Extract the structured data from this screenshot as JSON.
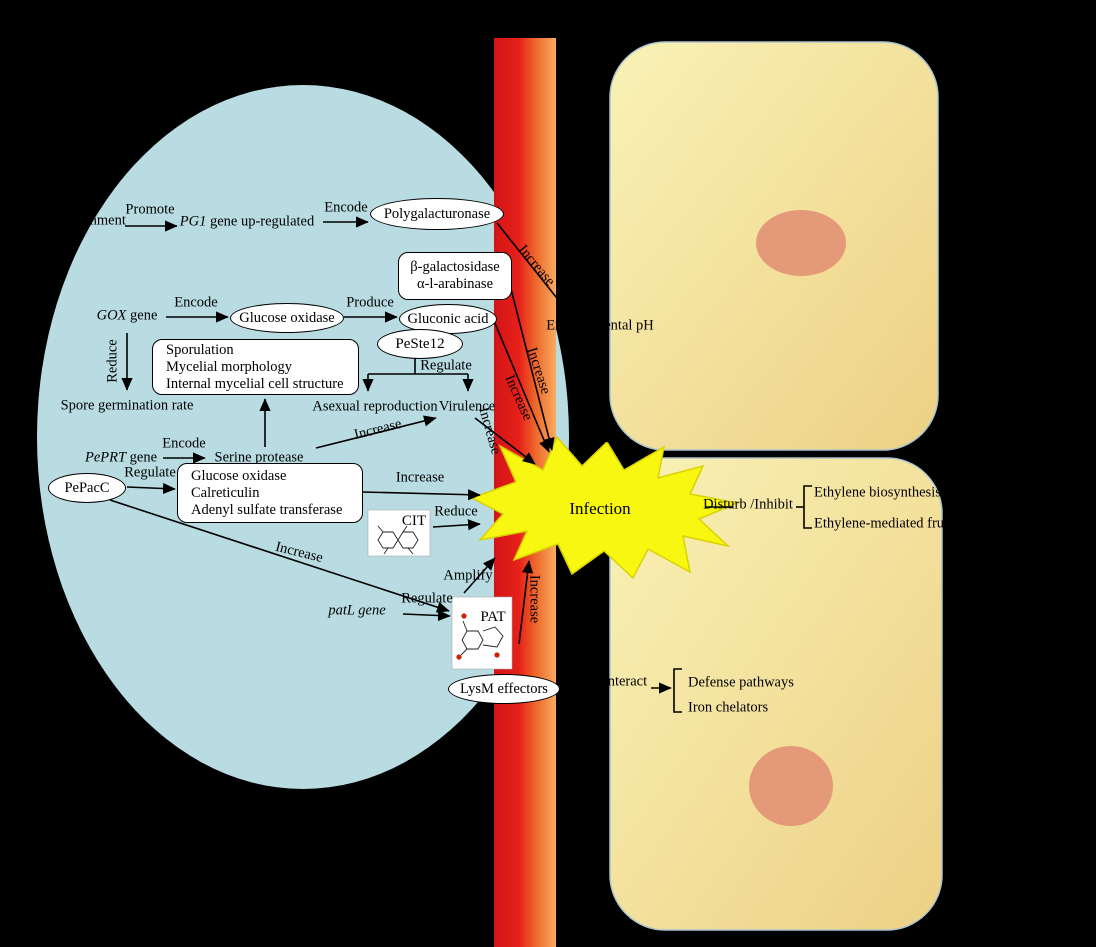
{
  "labels": {
    "promote": "Promote",
    "encode": "Encode",
    "produce": "Produce",
    "regulate": "Regulate",
    "reduce": "Reduce",
    "increase": "Increase",
    "amplify": "Amplify",
    "interact": "Interact",
    "disturb_inhibit": "Disturb /Inhibit"
  },
  "pathogen": {
    "environment": "Environment",
    "pg1_gene_italic": "PG1",
    "pg1_gene_rest": " gene up-regulated",
    "polygalacturonase": "Polygalacturonase",
    "bgal_line1": "β-galactosidase",
    "bgal_line2": "α-l-arabinase",
    "gox_italic": "GOX",
    "gox_rest": " gene",
    "glucose_oxidase": "Glucose oxidase",
    "gluconic_acid": "Gluconic acid",
    "peste12": "PeSte12",
    "sporulation_box": [
      "Sporulation",
      "Mycelial morphology",
      "Internal mycelial cell structure"
    ],
    "spore_germination": "Spore germination rate",
    "asexual": "Asexual reproduction",
    "virulence": "Virulence",
    "peprt_italic": "PePRT",
    "peprt_rest": " gene",
    "serine_protease": "Serine protease",
    "pepacc": "PePacC",
    "effector_box": [
      "Glucose oxidase",
      "Calreticulin",
      "Adenyl sulfate transferase"
    ],
    "cit": "CIT",
    "pat": "PAT",
    "patl_gene": "patL gene",
    "lysm": "LysM effectors"
  },
  "host": {
    "environmental_ph": "Environmental pH",
    "infection": "Infection",
    "ethylene_1": "Ethylene biosynthesis",
    "ethylene_2": "Ethylene-mediated fruit ripening",
    "defense": "Defense pathways",
    "iron": "Iron chelators"
  },
  "colors": {
    "background": "#000000",
    "pathogen_cell": "#b8dce2",
    "barrier_red": "#e31b1c",
    "barrier_orange": "#f8ab60",
    "host_cell_light": "#f9f2b6",
    "host_cell_dark": "#edd084",
    "nucleus": "#e49a78",
    "starburst": "#f7f711"
  }
}
